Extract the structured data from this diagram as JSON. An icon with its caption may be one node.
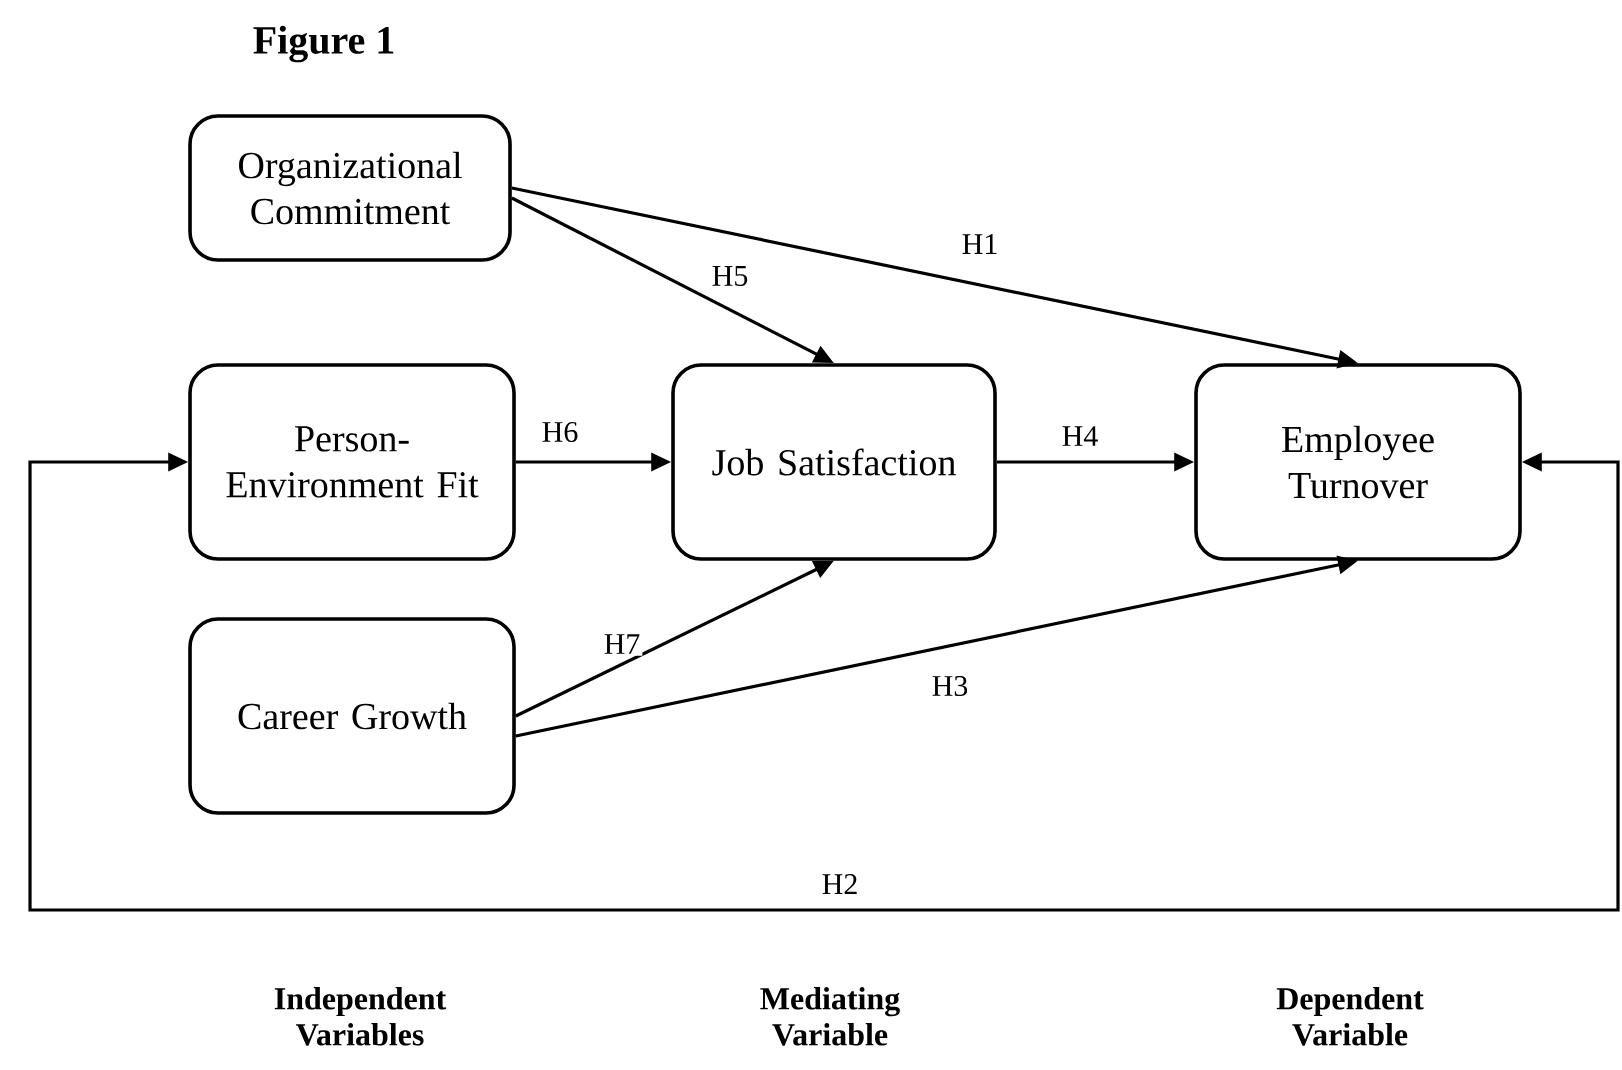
{
  "diagram": {
    "title": "Figure 1",
    "nodes": [
      {
        "text": [
          "Organizational Commitment"
        ]
      },
      {
        "text": [
          "Person-Environment Fit"
        ]
      },
      {
        "text": [
          "Career Growth"
        ]
      },
      {
        "text": [
          "Job Satisfaction"
        ]
      },
      {
        "text": [
          "Employee Turnover"
        ]
      }
    ],
    "edges": [
      {
        "from": 0,
        "to": 4,
        "arrow": "to",
        "label": "H1"
      },
      {
        "from": 0,
        "to": 3,
        "arrow": "to",
        "label": "H5"
      },
      {
        "from": 1,
        "to": 3,
        "arrow": "to",
        "label": "H6"
      },
      {
        "from": 3,
        "to": 4,
        "arrow": "to",
        "label": "H4"
      },
      {
        "from": 2,
        "to": 3,
        "arrow": "to",
        "label": "H7"
      },
      {
        "from": 2,
        "to": 4,
        "arrow": "to",
        "label": "H3"
      },
      {
        "from": 1,
        "to": 4,
        "arrow": "both",
        "label": "H2"
      }
    ],
    "labels": [
      "Independent Variables",
      "Mediating Variable",
      "Dependent Variable"
    ]
  }
}
